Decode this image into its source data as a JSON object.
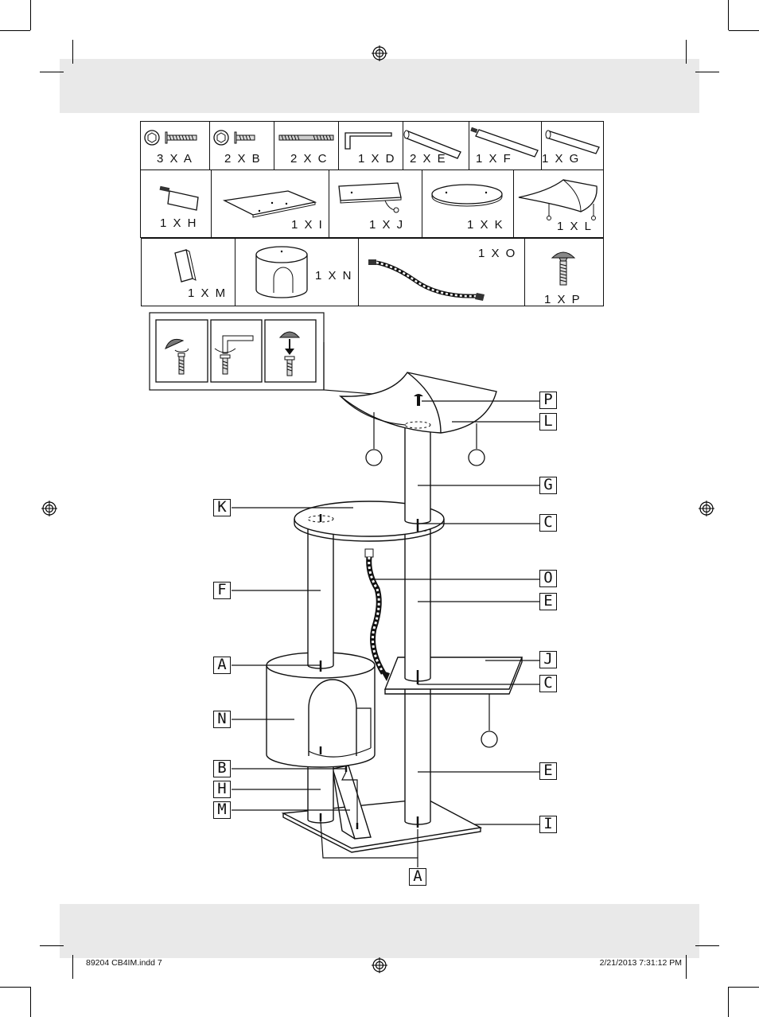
{
  "parts": [
    {
      "id": "A",
      "qty": "3 X A"
    },
    {
      "id": "B",
      "qty": "2 X B"
    },
    {
      "id": "C",
      "qty": "2 X C"
    },
    {
      "id": "D",
      "qty": "1 X D"
    },
    {
      "id": "E",
      "qty": "2 X E"
    },
    {
      "id": "F",
      "qty": "1 X F"
    },
    {
      "id": "G",
      "qty": "1 X G"
    },
    {
      "id": "H",
      "qty": "1 X H"
    },
    {
      "id": "I",
      "qty": "1 X I"
    },
    {
      "id": "J",
      "qty": "1 X J"
    },
    {
      "id": "K",
      "qty": "1 X K"
    },
    {
      "id": "L",
      "qty": "1 X L"
    },
    {
      "id": "M",
      "qty": "1 X M"
    },
    {
      "id": "N",
      "qty": "1 X N"
    },
    {
      "id": "O",
      "qty": "1 X O"
    },
    {
      "id": "P",
      "qty": "1 X P"
    }
  ],
  "callouts": {
    "left": [
      "K",
      "F",
      "A",
      "N",
      "B",
      "H",
      "M"
    ],
    "right": [
      "P",
      "L",
      "G",
      "C",
      "O",
      "E",
      "J",
      "C",
      "E",
      "I"
    ],
    "bottom": "A"
  },
  "footer": {
    "file": "89204 CB4IM.indd   7",
    "timestamp": "2/21/2013   7:31:12 PM"
  }
}
